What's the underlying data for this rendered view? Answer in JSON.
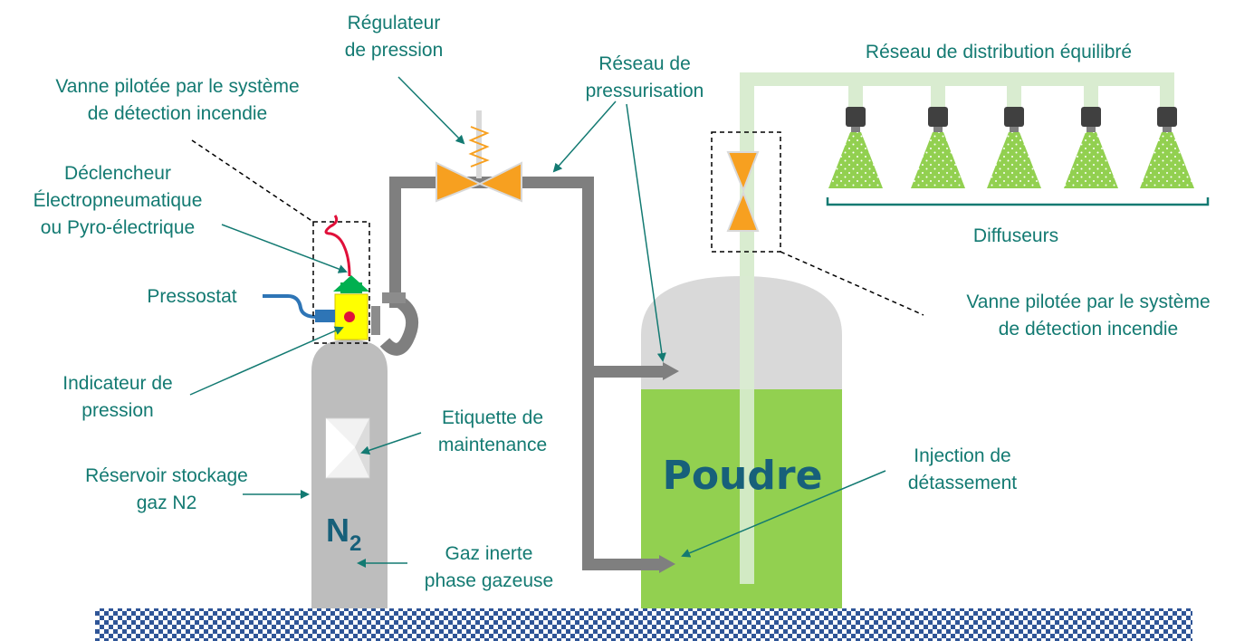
{
  "labels": {
    "regulateur": [
      "Régulateur",
      "de pression"
    ],
    "vanne_left": [
      "Vanne pilotée par le système",
      "de détection incendie"
    ],
    "declencheur": [
      "Déclencheur",
      "Électropneumatique",
      "ou Pyro-électrique"
    ],
    "pressostat": [
      "Pressostat"
    ],
    "indicateur": [
      "Indicateur de",
      "pression"
    ],
    "reservoir": [
      "Réservoir stockage",
      "gaz N2"
    ],
    "etiquette": [
      "Etiquette de",
      "maintenance"
    ],
    "gaz_inerte": [
      "Gaz inerte",
      "phase gazeuse"
    ],
    "reseau_press": [
      "Réseau de",
      "pressurisation"
    ],
    "reseau_distrib": [
      "Réseau de distribution équilibré"
    ],
    "diffuseurs": [
      "Diffuseurs"
    ],
    "vanne_right": [
      "Vanne pilotée par le système",
      "de détection incendie"
    ],
    "injection": [
      "Injection de",
      "détassement"
    ]
  },
  "cylinder_symbol": {
    "main": "N",
    "sub": "2"
  },
  "tank_label": "Poudre",
  "diffuser_count": 5,
  "colors": {
    "label_text": "#137a72",
    "symbol_text": "#17607a",
    "cylinder": "#bdbdbd",
    "tank_top": "#d9d9d9",
    "powder": "#92d050",
    "pipe": "#7f7f7f",
    "valve": "#f7a020",
    "distribution_pipe": "#d9ecd0",
    "floor_blue": "#2f5597",
    "trigger_wire": "#e0103a",
    "pressostat_wire": "#2e75b6"
  }
}
